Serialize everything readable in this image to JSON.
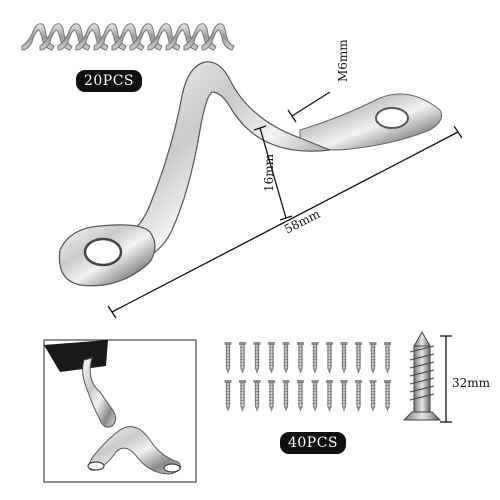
{
  "product": {
    "pad_eye_count_badge": "20PCS",
    "screw_count_badge": "40PCS"
  },
  "dimensions": {
    "thickness": "M6mm",
    "height": "16mm",
    "length": "58mm",
    "screw_length": "32mm"
  },
  "icons": {
    "pad_eyes_group": "stainless-pad-eye-row-icon",
    "main_part": "stainless-pad-eye-hook-icon",
    "usage": "strap-snap-hook-on-pad-eye-icon",
    "screws": "self-tapping-screw-icon"
  },
  "colors": {
    "badge_background": "#111111",
    "badge_text": "#ffffff",
    "metal_light": "#f4f4f4",
    "metal_dark": "#6e6e6e"
  }
}
